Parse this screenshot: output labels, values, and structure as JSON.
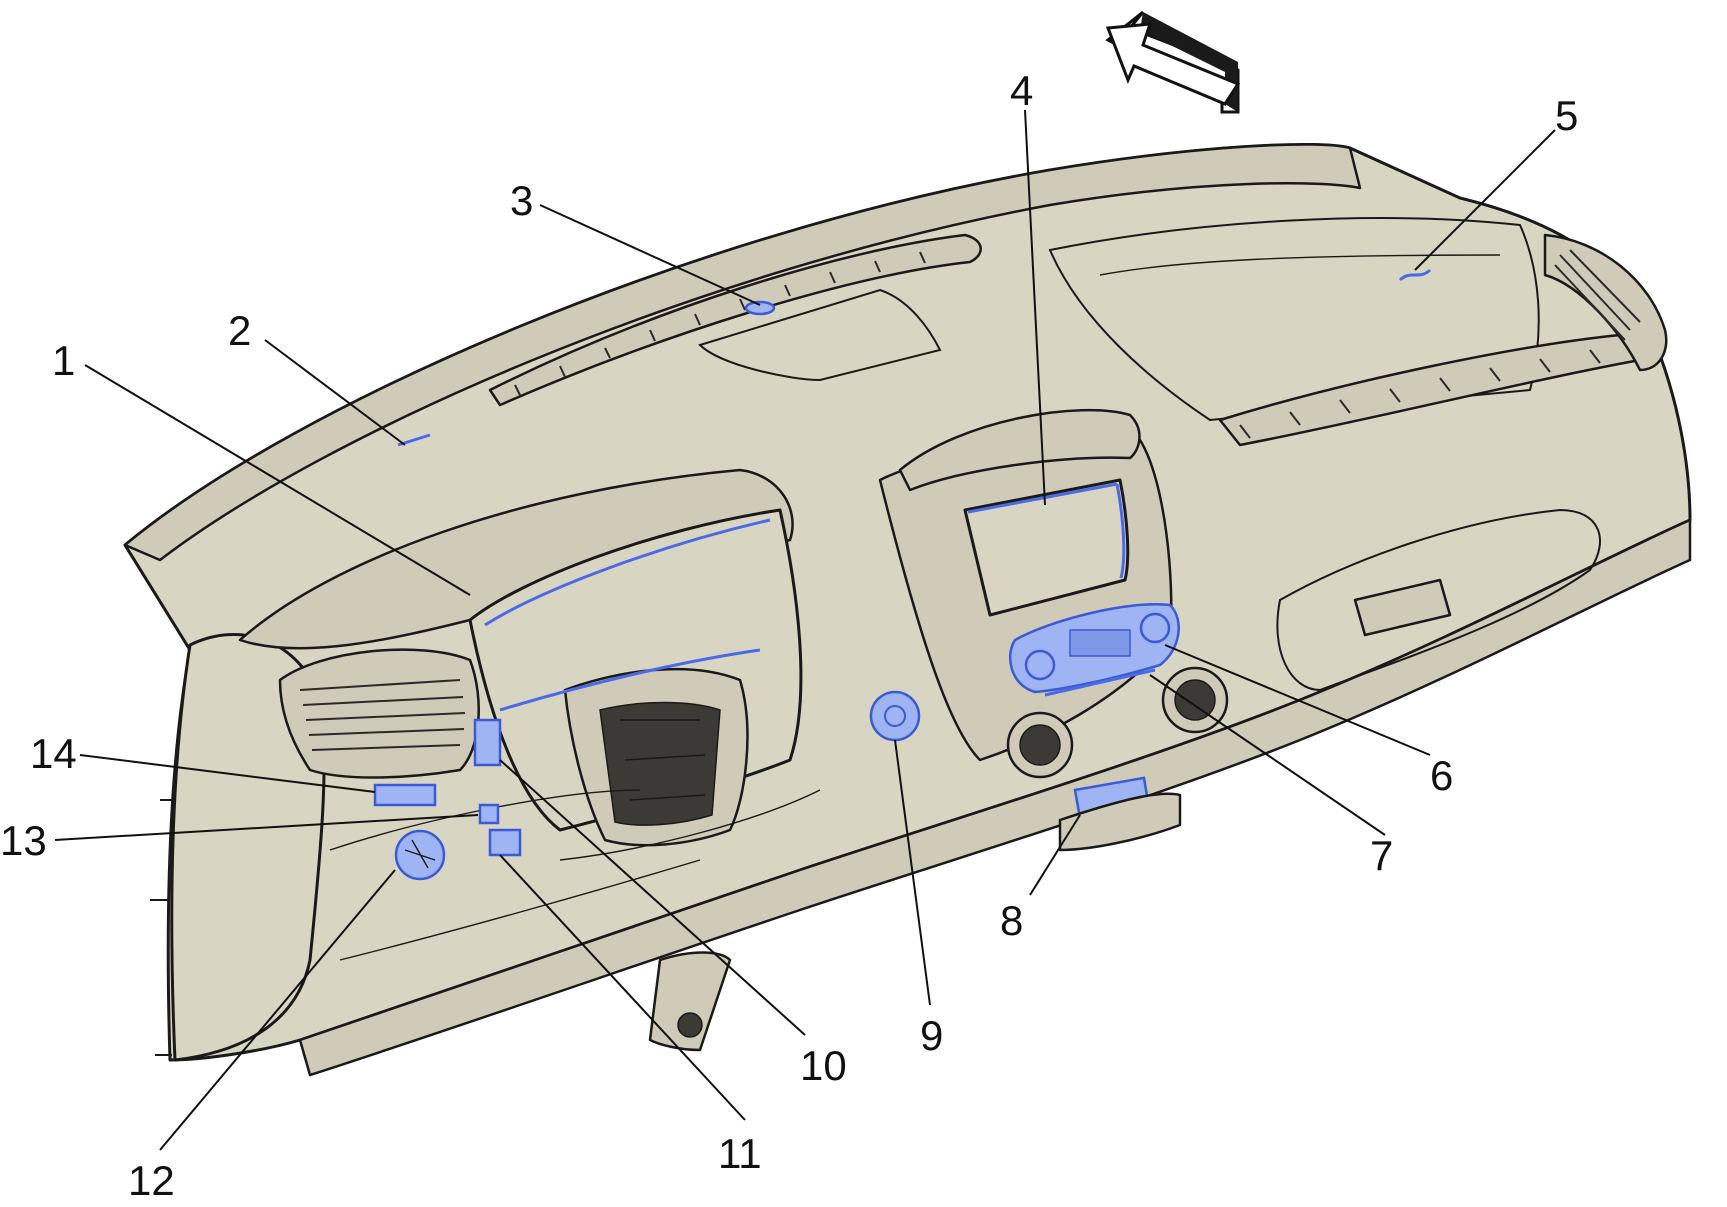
{
  "callouts": [
    {
      "id": "1",
      "label": "1"
    },
    {
      "id": "2",
      "label": "2"
    },
    {
      "id": "3",
      "label": "3"
    },
    {
      "id": "4",
      "label": "4"
    },
    {
      "id": "5",
      "label": "5"
    },
    {
      "id": "6",
      "label": "6"
    },
    {
      "id": "7",
      "label": "7"
    },
    {
      "id": "8",
      "label": "8"
    },
    {
      "id": "9",
      "label": "9"
    },
    {
      "id": "10",
      "label": "10"
    },
    {
      "id": "11",
      "label": "11"
    },
    {
      "id": "12",
      "label": "12"
    },
    {
      "id": "13",
      "label": "13"
    },
    {
      "id": "14",
      "label": "14"
    }
  ],
  "colors": {
    "panel": "#d9d5c3",
    "highlight": "#9fb4f2",
    "highlight_stroke": "#3a5ad8"
  },
  "icons": [
    "forward-direction-arrow-icon"
  ]
}
